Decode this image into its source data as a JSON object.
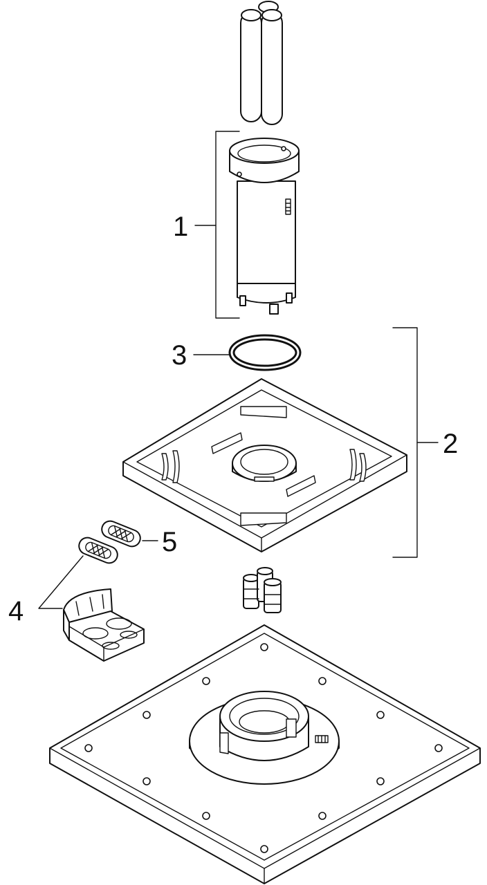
{
  "diagram": {
    "labels": {
      "part1": "1",
      "part2": "2",
      "part3": "3",
      "part4": "4",
      "part5": "5"
    }
  }
}
